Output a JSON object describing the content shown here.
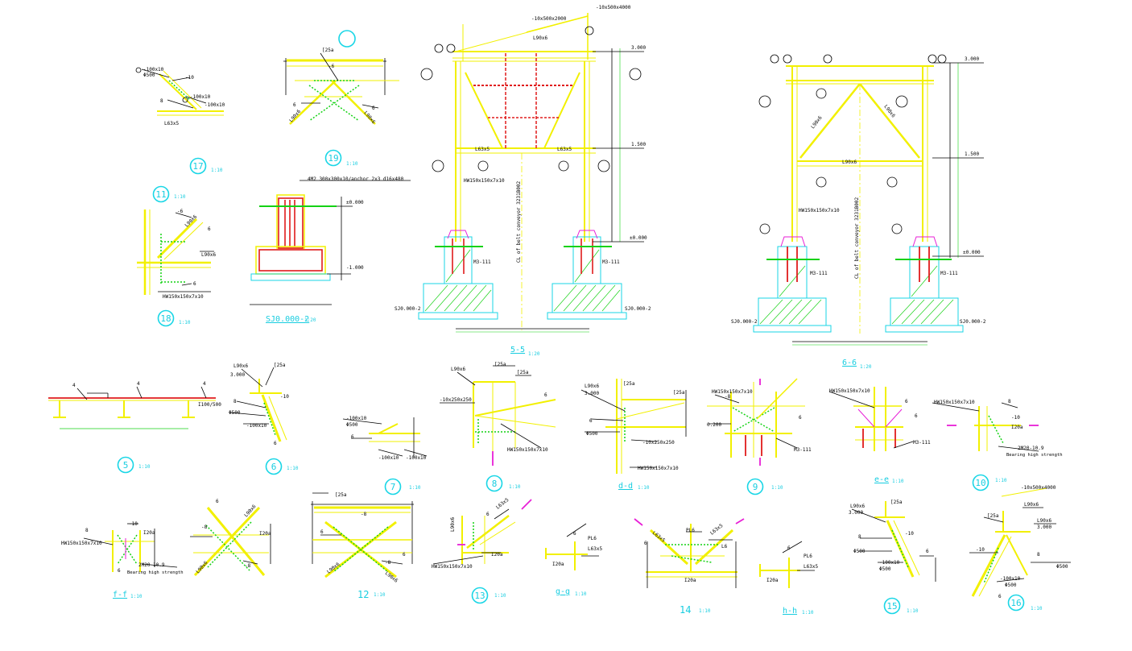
{
  "colors": {
    "steel": "#f2f000",
    "weld": "#14d214",
    "rebar": "#e01b1b",
    "title": "#18cde0",
    "anchor": "#e81fd6",
    "concrete": "#18cde0"
  },
  "details": [
    {
      "id": "d17",
      "num": "17",
      "scale": "1:10"
    },
    {
      "id": "d19",
      "num": "19",
      "scale": "1:10"
    },
    {
      "id": "d11",
      "num": "11",
      "scale": "1:10"
    },
    {
      "id": "d18",
      "num": "18",
      "scale": "1:10"
    },
    {
      "id": "d5",
      "num": "5",
      "scale": "1:10"
    },
    {
      "id": "d6",
      "num": "6",
      "scale": "1:10"
    },
    {
      "id": "d7",
      "num": "7",
      "scale": "1:10"
    },
    {
      "id": "d8",
      "num": "8",
      "scale": "1:10"
    },
    {
      "id": "d9",
      "num": "9",
      "scale": "1:10"
    },
    {
      "id": "d10",
      "num": "10",
      "scale": "1:10"
    },
    {
      "id": "d12",
      "num": "12",
      "scale": "1:10"
    },
    {
      "id": "d13",
      "num": "13",
      "scale": "1:10"
    },
    {
      "id": "d14",
      "num": "14",
      "scale": "1:10"
    },
    {
      "id": "d15",
      "num": "15",
      "scale": "1:10"
    },
    {
      "id": "d16",
      "num": "16",
      "scale": "1:10"
    }
  ],
  "sections": [
    {
      "id": "s55",
      "label": "5-5",
      "scale": "1:20"
    },
    {
      "id": "s66",
      "label": "6-6",
      "scale": "1:20"
    },
    {
      "id": "sdd",
      "label": "d-d",
      "scale": "1:10"
    },
    {
      "id": "see",
      "label": "e-e",
      "scale": "1:10"
    },
    {
      "id": "sff",
      "label": "f-f",
      "scale": "1:10"
    },
    {
      "id": "sgg",
      "label": "g-g",
      "scale": "1:10"
    },
    {
      "id": "shh",
      "label": "h-h",
      "scale": "1:10"
    }
  ],
  "foundation": {
    "label": "SJ0.000-2",
    "scale": "1:20",
    "anchor_note": "4M2 300x300x10/anchor 2x3 d16x480",
    "elev_top": "±0.000",
    "elev_bot": "-1.000"
  },
  "frame55": {
    "top_plate": "-10x500x2000",
    "angle_top": "L90x6",
    "angle_mid": "L63x5",
    "column": "HW150x150x7x10",
    "cl_note": "CL of belt conveyor 3231B002",
    "elev_300": "3.000",
    "elev_150": "1.500",
    "elev_000": "±0.000",
    "anchor_tag": "M3-111",
    "base_left": "SJ0.000-2",
    "base_right": "SJ0.000-2",
    "plate_top_right": "-10x500x4000"
  },
  "frame66": {
    "angle_left": "L90x6",
    "angle_right": "L90x6",
    "angle_mid": "L90x6",
    "column": "HW150x150x7x10",
    "cl_note": "CL of belt conveyor 3231B002",
    "elev_300": "3.000",
    "elev_150": "1.500",
    "elev_000": "±0.000",
    "anchor_tag": "M3-111",
    "base_left": "SJ0.000-2",
    "base_right": "SJ0.000-2"
  },
  "notes": {
    "plate_100x10": "-100x10",
    "plate_100x10_b": "-100x10",
    "angle_l63": "L63x5",
    "angle_l90": "L90x6",
    "phi500": "Φ500",
    "g25": "[25a",
    "hw": "HW150x150x7x10",
    "plate_10x250": "-10x250x250",
    "bolt": "2M20-10.9",
    "bearing": "Bearing high strength",
    "beam": "I100/500",
    "elev3": "3.000",
    "l6": "L6",
    "pl6": "PL6",
    "g120": "I20a",
    "m8": "-8",
    "m10": "-10",
    "m6": "-6",
    "b6": "6",
    "b8": "8",
    "b4": "4",
    "m3": "M3-111",
    "elev200": "0.200",
    "p16": "-10x500x4000"
  }
}
